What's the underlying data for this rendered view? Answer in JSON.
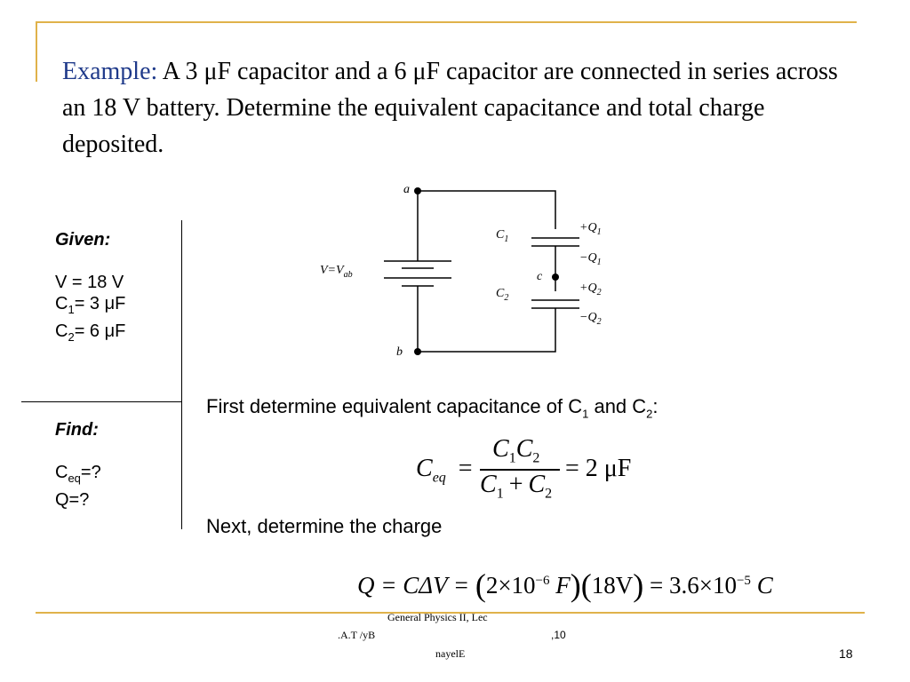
{
  "slide": {
    "title_lead": "Example:",
    "title_body": "A 3 μF capacitor and a 6 μF capacitor are connected in series across an 18 V battery.  Determine the equivalent capacitance and total charge deposited.",
    "page_number": "18"
  },
  "given": {
    "header": "Given:",
    "v_line": "V = 18 V",
    "c1_prefix": "C",
    "c1_sub": "1",
    "c1_value": "= 3 μF",
    "c2_prefix": "C",
    "c2_sub": "2",
    "c2_value": "= 6 μF"
  },
  "find": {
    "header": "Find:",
    "ceq_prefix": "C",
    "ceq_sub": "eq",
    "ceq_value": "=?",
    "q_line": "Q=?"
  },
  "circuit": {
    "node_a": "a",
    "node_b": "b",
    "node_c": "c",
    "battery_label": "V=V",
    "battery_sub": "ab",
    "c1_label": "C",
    "c1_sub": "1",
    "c2_label": "C",
    "c2_sub": "2",
    "q1_plus": "+Q",
    "q1_plus_sub": "1",
    "q1_minus": "−Q",
    "q1_minus_sub": "1",
    "q2_plus": "+Q",
    "q2_plus_sub": "2",
    "q2_minus": "−Q",
    "q2_minus_sub": "2"
  },
  "steps": {
    "step1_pre": "First determine equivalent capacitance of C",
    "step1_sub1": "1",
    "step1_mid": " and C",
    "step1_sub2": "2",
    "step1_post": ":",
    "step2": "Next, determine the charge"
  },
  "equation1": {
    "lhs": "C",
    "lhs_sub": "eq",
    "num_a": "C",
    "num_a_sub": "1",
    "num_b": "C",
    "num_b_sub": "2",
    "den_a": "C",
    "den_a_sub": "1",
    "den_plus": "+",
    "den_b": "C",
    "den_b_sub": "2",
    "result": "= 2 μF"
  },
  "equation2": {
    "text_a": "Q = CΔV = ",
    "paren1": "2×10",
    "exp1": "−6",
    "unit1": " F",
    "paren2": "18V",
    "text_b": " = 3.6×10",
    "exp2": "−5",
    "unit2": " C"
  },
  "footer": {
    "line1": "General Physics II, Lec",
    "line2": ".A.T /yB",
    "line3": ",10",
    "line4": "nayelE"
  },
  "colors": {
    "frame": "#e0b24a",
    "title_lead": "#1f3a8a"
  }
}
